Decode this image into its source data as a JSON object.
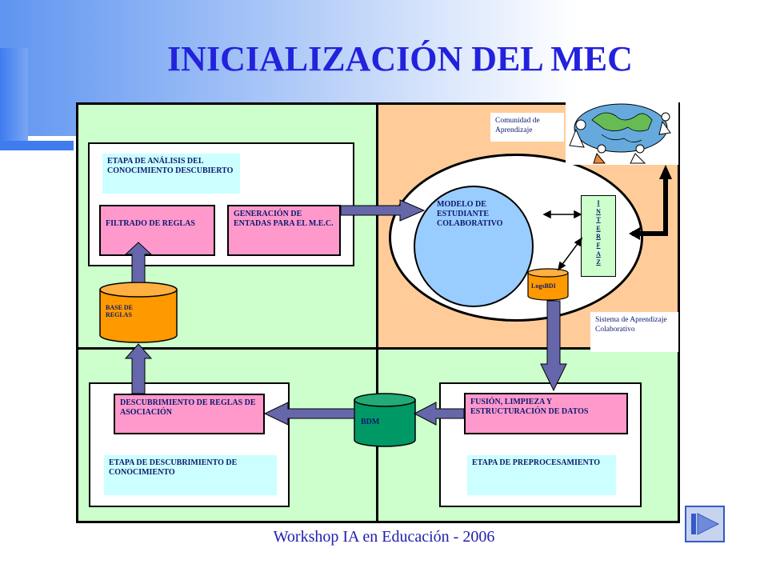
{
  "title": "INICIALIZACIÓN DEL MEC",
  "footer": "Workshop IA en Educación - 2006",
  "colors": {
    "quadrant_green": "#ccffcc",
    "quadrant_orange": "#ffcc99",
    "pink_box": "#ff99cc",
    "cyan_box": "#ccffff",
    "cylinder_orange": "#ff9900",
    "cylinder_green": "#009966",
    "arrow": "#6666aa",
    "title_blue": "#2222dd"
  },
  "top_left": {
    "stage_label": "ETAPA DE  ANÁLISIS DEL CONOCIMIENTO DESCUBIERTO",
    "filter_box": "FILTRADO DE REGLAS",
    "generation_box": "GENERACIÓN DE ENTADAS PARA EL M.E.C.",
    "cylinder_label": "BASE DE REGLAS"
  },
  "top_right": {
    "community_note": "Comunidad de Aprendizaje",
    "model_label": "MODELO DE ESTUDIANTE COLABORATIVO",
    "interface_letters": [
      "I",
      "N",
      "T",
      "E",
      "R",
      "F",
      "A",
      "Z"
    ],
    "logs_label": "LogsBDI",
    "system_note": "Sistema de Aprendizaje Colaborativo",
    "clipart_icon": "globe-with-people-icon"
  },
  "bottom_left": {
    "discovery_box": "DESCUBRIMIENTO DE REGLAS DE ASOCIACIÓN",
    "stage_label": "ETAPA DE DESCUBRIMIENTO DE CONOCIMIENTO"
  },
  "bottom_center": {
    "cylinder_label": "BDM"
  },
  "bottom_right": {
    "fusion_box": "FUSIÓN, LIMPIEZA Y ESTRUCTURACIÓN DE DATOS",
    "stage_label": "ETAPA DE PREPROCESAMIENTO"
  },
  "nav": {
    "icon": "end-navigation-icon"
  }
}
